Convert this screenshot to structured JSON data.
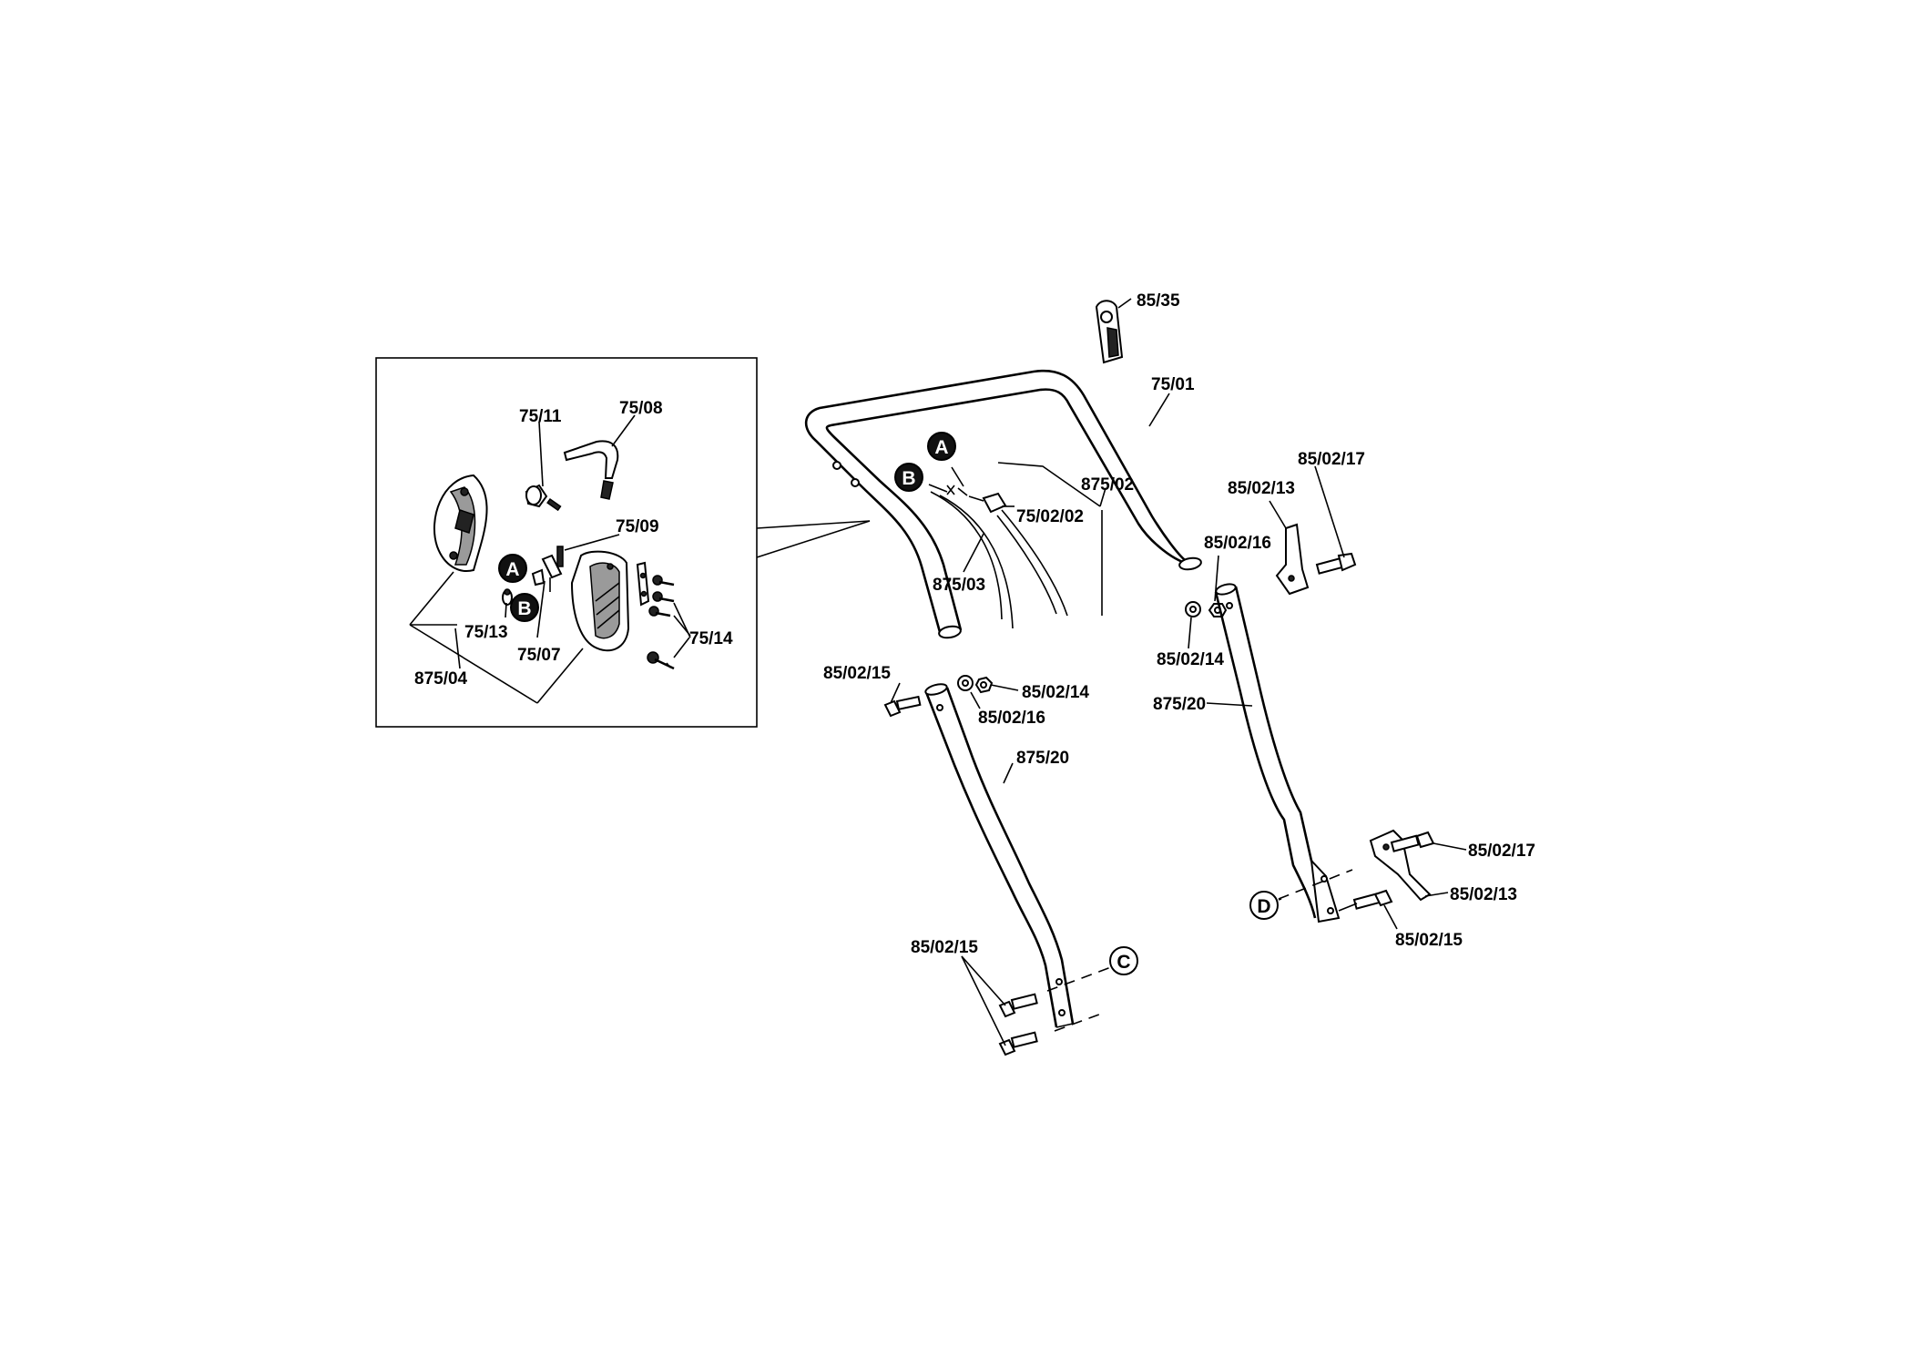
{
  "labels": {
    "p85_35": "85/35",
    "p75_01": "75/01",
    "p875_02": "875/02",
    "p75_02_02": "75/02/02",
    "p875_03": "875/03",
    "p85_02_17_top": "85/02/17",
    "p85_02_13_top": "85/02/13",
    "p85_02_16_right": "85/02/16",
    "p85_02_14_right": "85/02/14",
    "p875_20_right": "875/20",
    "p85_02_15_left": "85/02/15",
    "p85_02_14_left": "85/02/14",
    "p85_02_16_left": "85/02/16",
    "p875_20_left": "875/20",
    "p85_02_15_bottom": "85/02/15",
    "p85_02_17_bottom": "85/02/17",
    "p85_02_13_bottom": "85/02/13",
    "p85_02_15_right": "85/02/15",
    "p75_11": "75/11",
    "p75_08": "75/08",
    "p75_09": "75/09",
    "p75_13": "75/13",
    "p75_07": "75/07",
    "p75_14": "75/14",
    "p875_04": "875/04"
  },
  "callouts": {
    "a_main": "A",
    "b_main": "B",
    "a_inset": "A",
    "b_inset": "B",
    "c": "C",
    "d": "D"
  }
}
